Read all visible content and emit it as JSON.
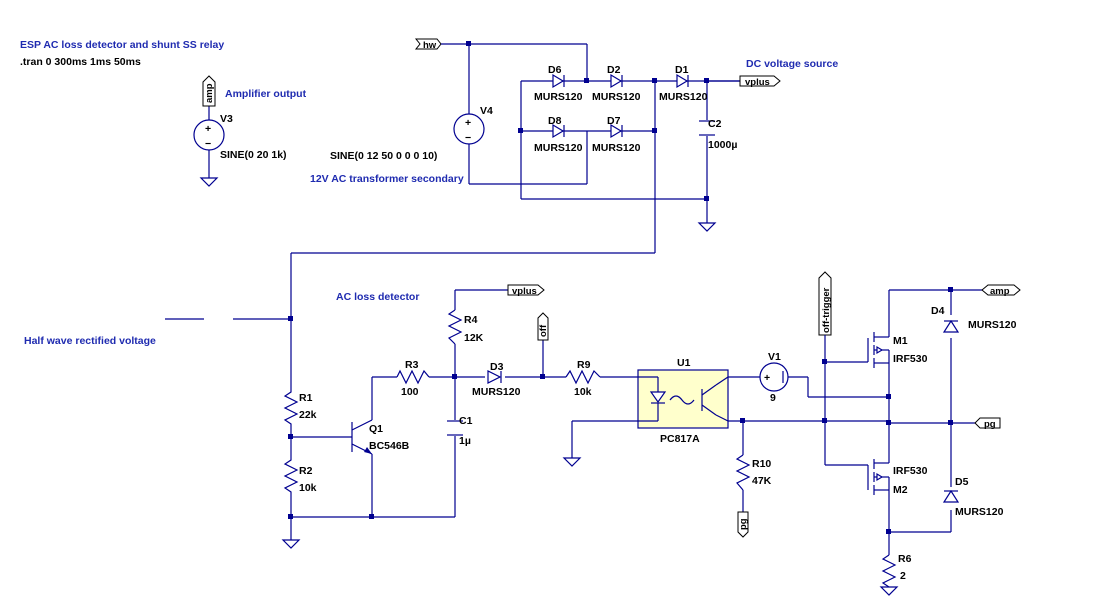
{
  "annotations": {
    "title": "ESP AC loss detector and shunt SS relay",
    "tran": ".tran 0 300ms 1ms 50ms",
    "amplifier_output": "Amplifier output",
    "dc_source": "DC voltage source",
    "transformer": "12V AC transformer secondary",
    "ac_loss": "AC loss detector",
    "half_wave": "Half wave rectified voltage"
  },
  "components": {
    "V3": {
      "ref": "V3",
      "value": "SINE(0 20 1k)"
    },
    "V4": {
      "ref": "V4",
      "value": "SINE(0 12 50 0 0 0 10)"
    },
    "V1": {
      "ref": "V1",
      "value": "9"
    },
    "D6": {
      "ref": "D6",
      "value": "MURS120"
    },
    "D2": {
      "ref": "D2",
      "value": "MURS120"
    },
    "D1": {
      "ref": "D1",
      "value": "MURS120"
    },
    "D8": {
      "ref": "D8",
      "value": "MURS120"
    },
    "D7": {
      "ref": "D7",
      "value": "MURS120"
    },
    "D3": {
      "ref": "D3",
      "value": "MURS120"
    },
    "D4": {
      "ref": "D4",
      "value": "MURS120"
    },
    "D5": {
      "ref": "D5",
      "value": "MURS120"
    },
    "C2": {
      "ref": "C2",
      "value": "1000µ"
    },
    "C1": {
      "ref": "C1",
      "value": "1µ"
    },
    "R1": {
      "ref": "R1",
      "value": "22k"
    },
    "R2": {
      "ref": "R2",
      "value": "10k"
    },
    "R3": {
      "ref": "R3",
      "value": "100"
    },
    "R4": {
      "ref": "R4",
      "value": "12K"
    },
    "R9": {
      "ref": "R9",
      "value": "10k"
    },
    "R10": {
      "ref": "R10",
      "value": "47K"
    },
    "R6": {
      "ref": "R6",
      "value": "2"
    },
    "Q1": {
      "ref": "Q1",
      "value": "BC546B"
    },
    "U1": {
      "ref": "U1",
      "value": "PC817A"
    },
    "M1": {
      "ref": "M1",
      "value": "IRF530"
    },
    "M2": {
      "ref": "M2",
      "value": "IRF530"
    }
  },
  "nets": {
    "amp": "amp",
    "hw": "hw",
    "vplus": "vplus",
    "off": "off",
    "off_trigger": "off-trigger",
    "pg": "pg"
  },
  "symbols": {
    "plus": "+",
    "minus": "−"
  }
}
